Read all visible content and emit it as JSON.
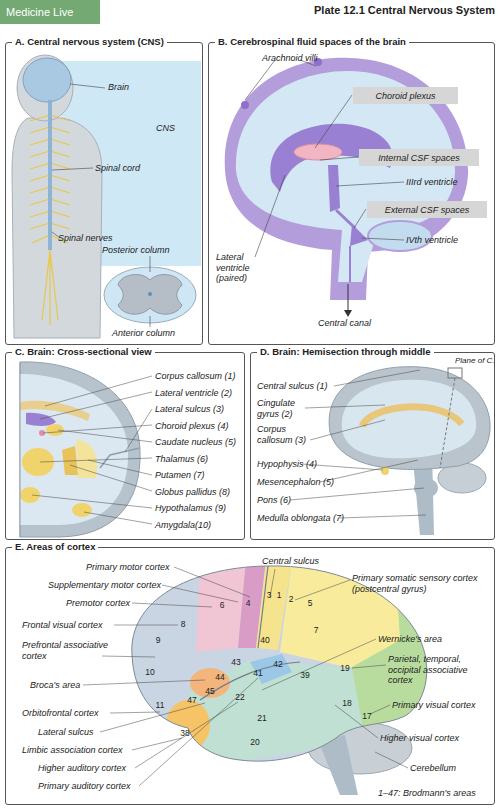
{
  "diagram": {
    "title": "Plate 12.1 Central Nervous System",
    "nodes": [
      {
        "text": [
          "A. Central nervous system (CNS)"
        ]
      },
      {
        "text": [
          "CNS"
        ],
        "in": 0
      },
      {
        "text": [
          "B. Cerebrospinal fluid spaces of the brain"
        ]
      },
      {
        "text": [
          "Choroid plexus"
        ],
        "in": 2
      },
      {
        "text": [
          "Internal CSF spaces"
        ],
        "in": 2
      },
      {
        "text": [
          "External CSF spaces"
        ],
        "in": 2
      },
      {
        "text": [
          "C. Brain: Cross-sectional view"
        ]
      },
      {
        "text": [
          "D. Brain: Hemisection through middle"
        ]
      },
      {
        "text": [
          "E. Areas of cortex"
        ]
      }
    ],
    "labels": [
      "Medicine Live",
      "Brain",
      "Spinal cord",
      "Spinal nerves",
      "Posterior column",
      "Anterior column",
      "Arachnoid villi",
      "IIIrd ventricle",
      "IVth ventricle",
      "Lateral ventricle (paired)",
      "Central canal",
      "Corpus callosum (1)",
      "Lateral ventricle (2)",
      "Lateral sulcus (3)",
      "Choroid plexus (4)",
      "Caudate nucleus (5)",
      "Thalamus (6)",
      "Putamen (7)",
      "Globus pallidus (8)",
      "Hypothalamus (9)",
      "Amygdala(10)",
      "Plane of C.",
      "Central sulcus (1)",
      "Cingulate gyrus (2)",
      "Corpus callosum (3)",
      "Hypophysis (4)",
      "Mesencephalon (5)",
      "Pons (6)",
      "Medulla oblongata (7)",
      "Primary motor cortex",
      "Supplementary motor cortex",
      "Premotor cortex",
      "Frontal visual cortex",
      "Prefrontal associative cortex",
      "Broca's area",
      "Orbitofrontal cortex",
      "Lateral sulcus",
      "Limbic association cortex",
      "Higher auditory cortex",
      "Primary auditory cortex",
      "Central sulcus",
      "Primary somatic sensory cortex (postcentral gyrus)",
      "Wernicke's area",
      "Parietal, temporal, occipital associative cortex",
      "Primary visual cortex",
      "Higher visual cortex",
      "Cerebellum",
      "1–47: Brodmann's areas",
      "6",
      "4",
      "3",
      "1",
      "2",
      "5",
      "8",
      "7",
      "40",
      "9",
      "43",
      "42",
      "39",
      "19",
      "10",
      "44",
      "41",
      "45",
      "47",
      "11",
      "22",
      "18",
      "17",
      "21",
      "38",
      "20"
    ]
  }
}
